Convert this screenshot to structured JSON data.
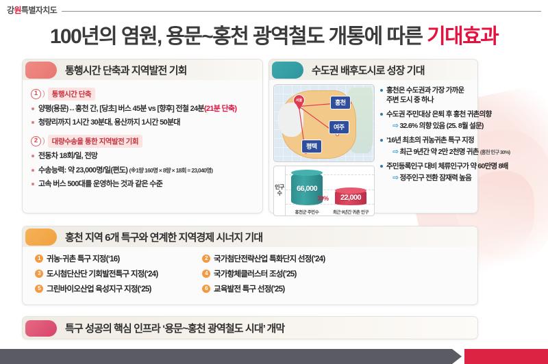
{
  "logo": {
    "text_before": "강",
    "text_accent": "원",
    "text_after": "특별자치도",
    "full": "강원특별자치도"
  },
  "title": {
    "plain1": "100년의 염원, 용문~홍천 광역철도 개통에 따른 ",
    "highlight": "기대효과",
    "accent_color": "#e4123f"
  },
  "panel1": {
    "heading": "통행시간 단축과 지역발전 기회",
    "pill_color": "#e8756f",
    "group1": {
      "number": "1",
      "chip": "통행시간 단축",
      "bullets": [
        {
          "text": "양평(용문)↔홍천 간,  [당초] 버스 45분 vs [향후] 전철 24분",
          "suffix_red": "(21분 단축)"
        },
        {
          "text": "청량리까지 1시간 30분대, 용산까지 1시간 50분대",
          "suffix_red": ""
        }
      ]
    },
    "group2": {
      "number": "2",
      "chip": "대량수송을 통한 지역발전 기회",
      "bullets": [
        {
          "text": "전동차 18회/일, 전망",
          "note": ""
        },
        {
          "text": "수송능력: 약 23,000명/일(편도)",
          "note": "(※1량 160명 × 8량 × 18회 = 23,040명)"
        },
        {
          "text": "고속 버스 500대를 운영하는 것과 같은 수준",
          "note": ""
        }
      ]
    }
  },
  "panel2": {
    "heading": "수도권 배후도시로 성장 기대",
    "pill_color": "#2e959c",
    "map": {
      "pin_label": "서울",
      "labels": [
        "홍천",
        "여주",
        "평택"
      ]
    },
    "bullets": [
      {
        "main": "홍천은 수도권과 가장 가까운",
        "main2": "주변 도시 중 하나",
        "arrow": "",
        "arrow_tiny": ""
      },
      {
        "main": "수도권 주민대상 은퇴 후 홍천 귀촌의향",
        "main2": "",
        "arrow": "32.6% 의향 있음 (25. 8월 설문)",
        "arrow_tiny": ""
      },
      {
        "main": "’16년 최초의 귀농귀촌 특구 지정",
        "main2": "",
        "arrow": "최근 9년간 약 2만 2천명 귀촌",
        "arrow_tiny": "(홍천 인구 30%)"
      },
      {
        "main": "주민등록인구 대비 체류인구가 약 60만명 8배",
        "main2": "",
        "arrow": "정주인구 전환 잠재력 높음",
        "arrow_tiny": ""
      }
    ]
  },
  "panel3": {
    "heading": "홍천 지역 6개 특구와 연계한 지역경제 시너지 기대",
    "pill_color": "#f0a13f",
    "items": [
      {
        "num": "1",
        "label": "귀농·귀촌 특구 지정(‘16)"
      },
      {
        "num": "2",
        "label": "국가첨단전략산업 특화단지 선정(’24)"
      },
      {
        "num": "3",
        "label": "도시첨단산단 기회발전특구 지정(‘24)"
      },
      {
        "num": "4",
        "label": "국가항체클러스터 조성(’25)"
      },
      {
        "num": "5",
        "label": "그린바이오산업 육성지구 지정(‘25)"
      },
      {
        "num": "6",
        "label": "교육발전 특구 선정(’25)"
      }
    ]
  },
  "panel4": {
    "heading": "특구 성공의 핵심 인프라 ‘용문~홍천 광역철도 시대’ 개막",
    "pill_color": "#d8436a"
  },
  "chart_data": {
    "type": "bar",
    "title": "",
    "axis_label": "인구수",
    "categories": [
      "홍천군 주민수",
      "최근 9년간 귀촌 인구"
    ],
    "values": [
      66000,
      22000
    ],
    "value_labels": [
      "66,000",
      "22,000"
    ],
    "annotation": "30%",
    "colors": [
      "#2f8e8f",
      "#c9314d"
    ],
    "ylim": [
      0,
      70000
    ],
    "grid": true,
    "legend_position": "none",
    "xlabel": "",
    "ylabel": "인구수"
  },
  "footer": {
    "gray_color": "#5b5b63",
    "red_color": "#dc2343"
  }
}
